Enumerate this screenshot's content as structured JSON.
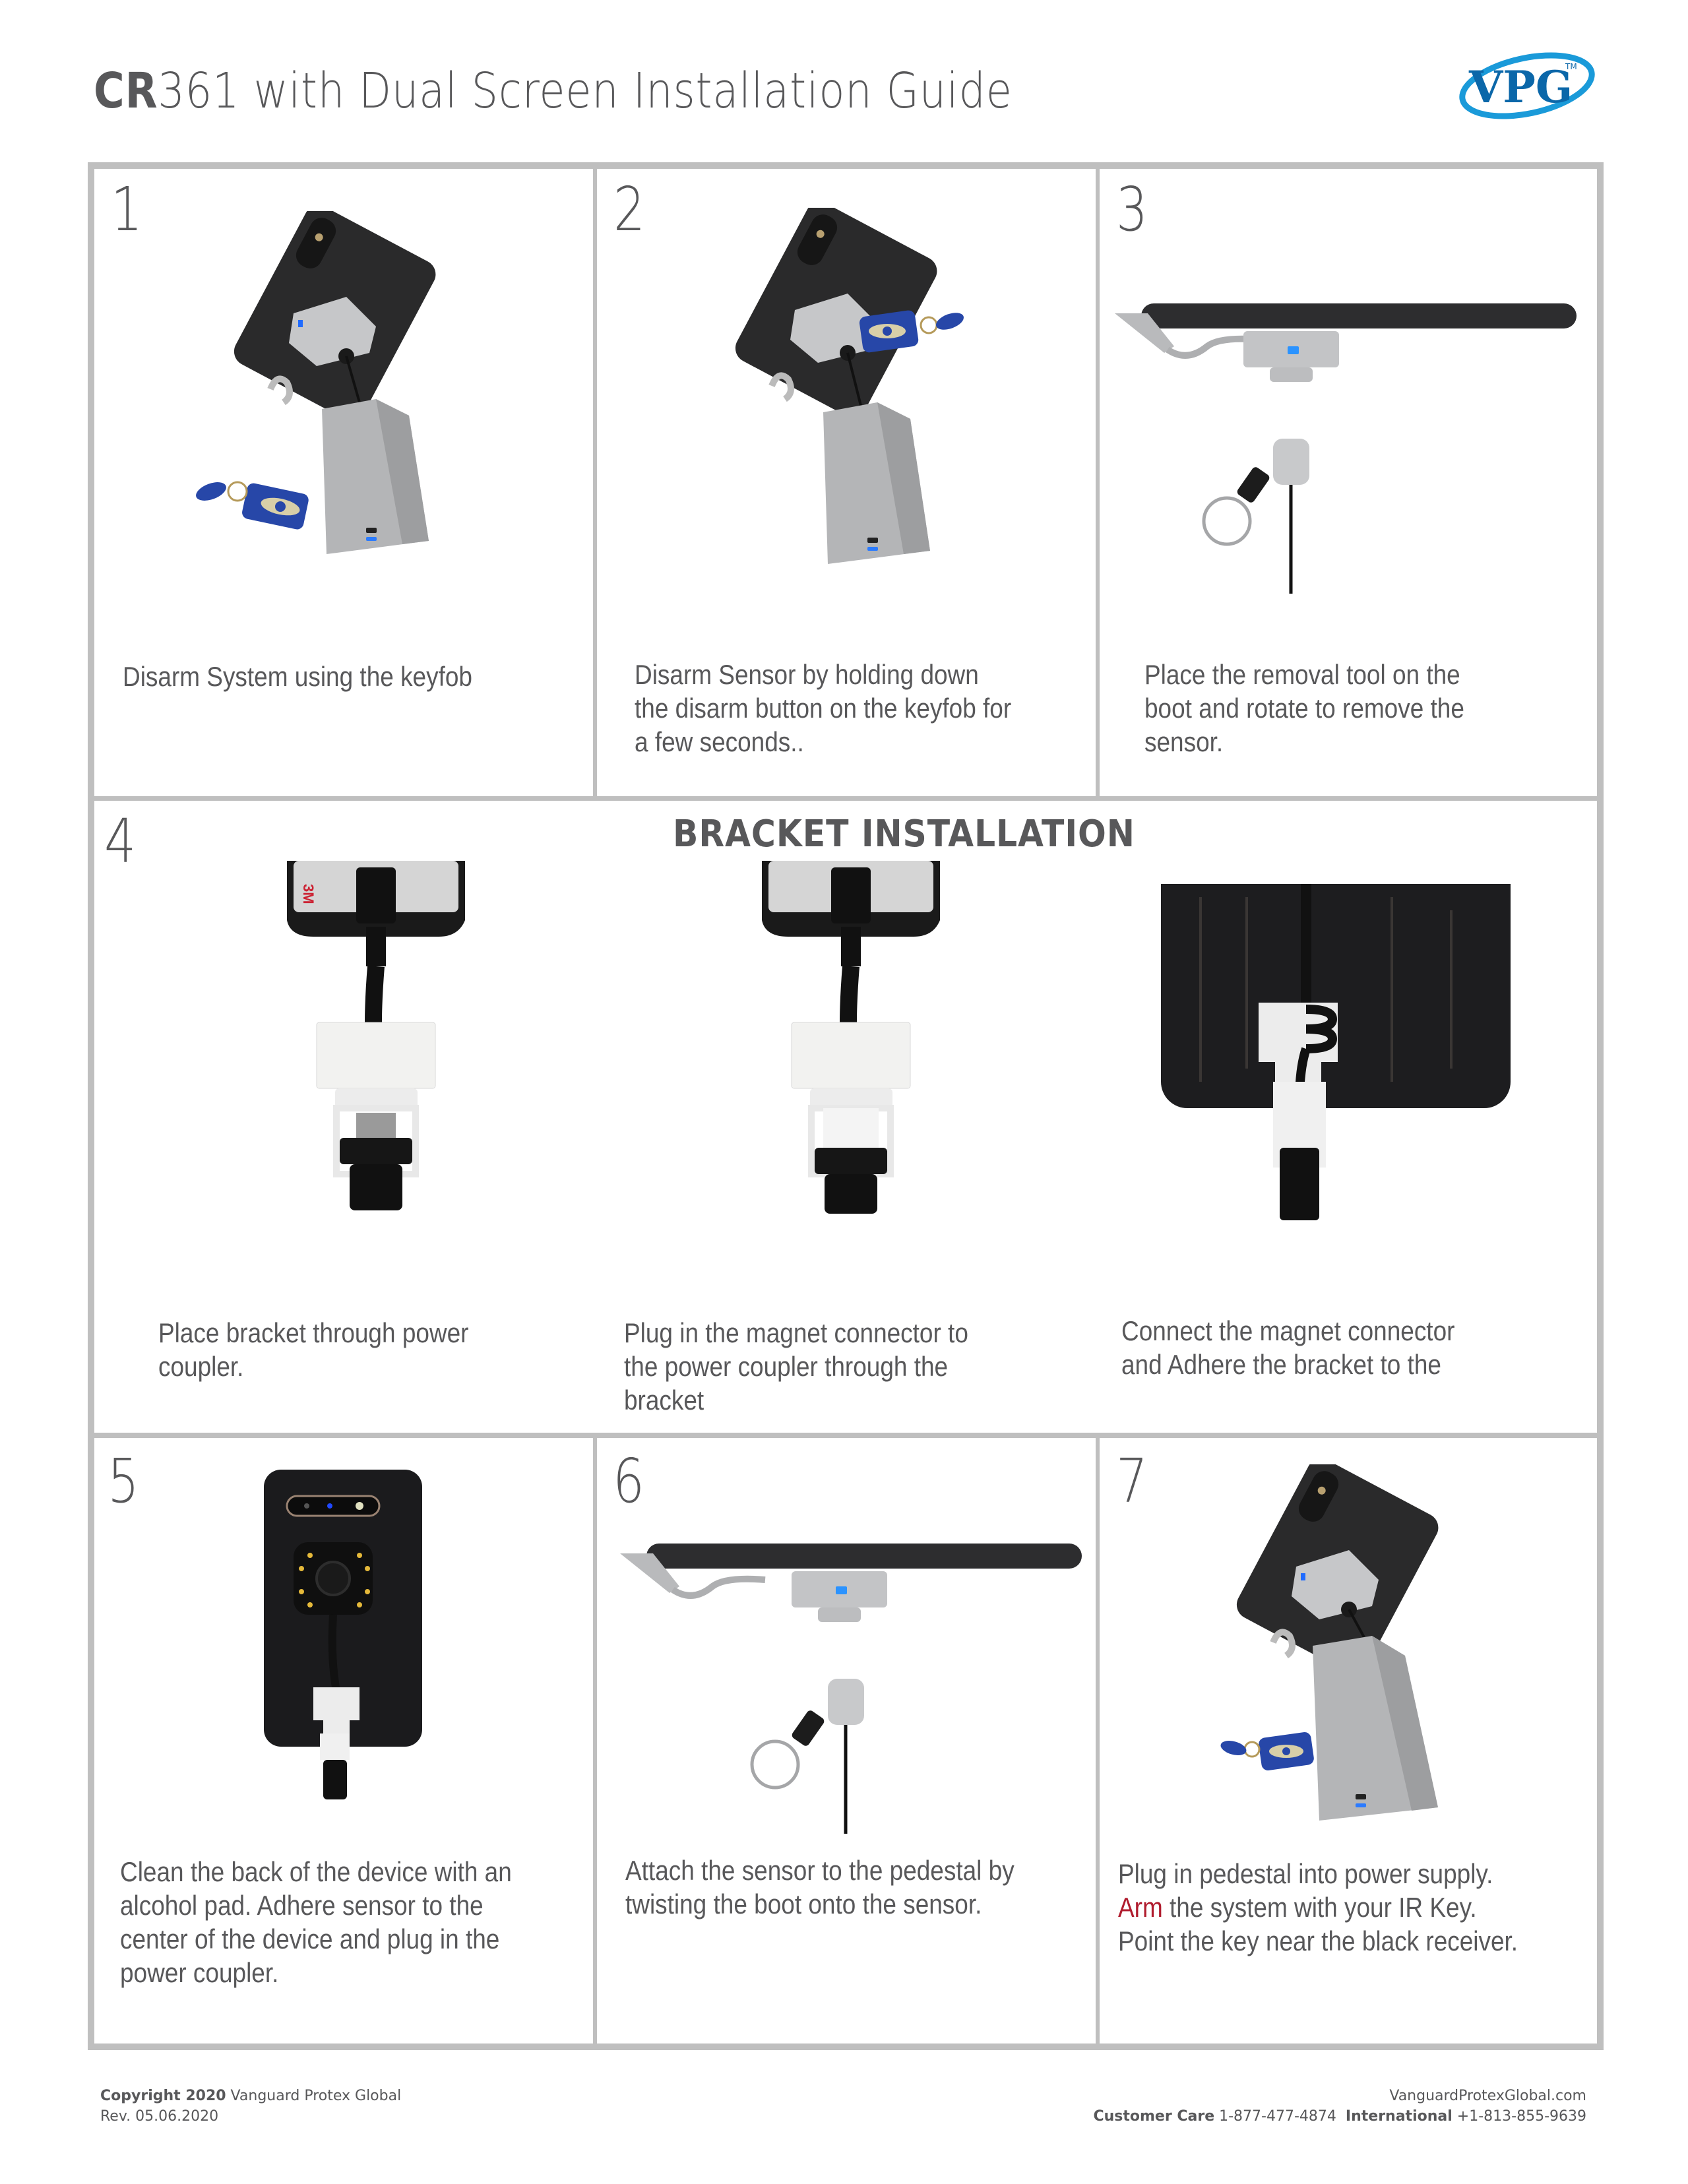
{
  "header": {
    "title_bold": "CR",
    "title_rest": "361 with Dual Screen Installation Guide",
    "logo": {
      "text": "VPG",
      "trademark": "TM",
      "primary_color": "#0b67a9",
      "swoosh_color": "#1a9ad9"
    }
  },
  "section_title": "BRACKET INSTALLATION",
  "steps": [
    {
      "number": "1",
      "text": "Disarm System using the keyfob",
      "image": "phone-on-sensor-with-pedestal-and-keyfob"
    },
    {
      "number": "2",
      "text": "Disarm Sensor by holding down the disarm button on the keyfob for a few seconds..",
      "image": "phone-on-sensor-with-pedestal-keyfob-near-sensor"
    },
    {
      "number": "3",
      "text": "Place the removal tool on the boot and rotate to remove the sensor.",
      "image": "side-view-phone-sensor-and-removal-tool"
    },
    {
      "number": "4",
      "sub_steps": [
        {
          "text": "Place bracket through power coupler.",
          "image": "bracket-on-power-coupler"
        },
        {
          "text": "Plug in the magnet connector to the power coupler through the bracket",
          "image": "magnet-connector-in-bracket"
        },
        {
          "text": "Connect the magnet connector and Adhere the bracket to the",
          "image": "bracket-adhered-to-phone"
        }
      ]
    },
    {
      "number": "5",
      "text": "Clean the back of the device with an alcohol pad. Adhere sensor to the center of the device and plug in the power coupler.",
      "image": "sensor-on-phone-back"
    },
    {
      "number": "6",
      "text": "Attach the sensor to the pedestal by twisting the boot onto the sensor.",
      "image": "side-view-phone-sensor-and-boot"
    },
    {
      "number": "7",
      "text_parts": [
        "Plug in pedestal into power supply.",
        "Arm",
        " the system with your IR Key.",
        "Point the key near the black receiver."
      ],
      "highlight_color": "#b01c2e",
      "image": "phone-on-pedestal-with-keyfob"
    }
  ],
  "footer": {
    "copyright_bold": "Copyright 2020",
    "copyright_rest": " Vanguard Protex Global",
    "revision": "Rev. 05.06.2020",
    "website": "VanguardProtexGlobal.com",
    "customer_care_label": "Customer Care",
    "customer_care_phone": " 1-877-477-4874",
    "international_label": "International",
    "international_phone": " +1-813-855-9639"
  },
  "colors": {
    "grid": "#bfbfbf",
    "text": "#58585a",
    "accent_red": "#b01c2e"
  }
}
